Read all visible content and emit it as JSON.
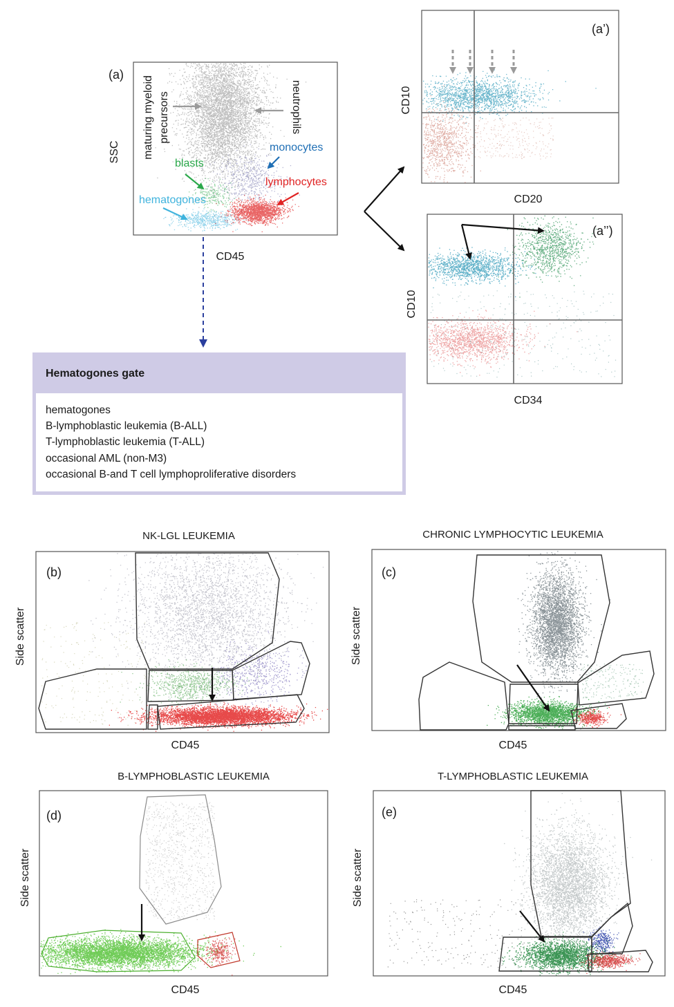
{
  "panel_a": {
    "id": "(a)",
    "xlabel": "CD45",
    "ylabel": "SSC",
    "annotations": {
      "maturing": [
        "maturing myeloid",
        "precursors"
      ],
      "neutrophils": "neutrophils",
      "monocytes": "monocytes",
      "blasts": "blasts",
      "lymphocytes": "lymphocytes",
      "hematogones": "hematogones"
    }
  },
  "panel_a1": {
    "id": "(a’)",
    "xlabel": "CD20",
    "ylabel": "CD10"
  },
  "panel_a2": {
    "id": "(a’’)",
    "xlabel": "CD34",
    "ylabel": "CD10"
  },
  "gate_box": {
    "title": "Hematogones gate",
    "items": [
      "hematogones",
      "B-lymphoblastic leukemia (B-ALL)",
      "T-lymphoblastic leukemia (T-ALL)",
      "occasional AML (non-M3)",
      "occasional B-and T cell lymphoproliferative disorders"
    ]
  },
  "panel_b": {
    "id": "(b)",
    "title": "NK-LGL LEUKEMIA",
    "xlabel": "CD45",
    "ylabel": "Side scatter"
  },
  "panel_c": {
    "id": "(c)",
    "title": "CHRONIC LYMPHOCYTIC LEUKEMIA",
    "xlabel": "CD45",
    "ylabel": "Side scatter"
  },
  "panel_d": {
    "id": "(d)",
    "title": "B-LYMPHOBLASTIC LEUKEMIA",
    "xlabel": "CD45",
    "ylabel": "Side scatter"
  },
  "panel_e": {
    "id": "(e)",
    "title": "T-LYMPHOBLASTIC LEUKEMIA",
    "xlabel": "CD45",
    "ylabel": "Side scatter"
  },
  "colors": {
    "gray": "#6e6e6e",
    "blasts": "#2aa84a",
    "hematogones": "#3fb3dd",
    "lymphocytes": "#e02424",
    "monocytes": "#1f6fb5",
    "cd10pos": "#1a8fb0",
    "cd34pos": "#1e8a4a",
    "lymph_green": "#1f9a2e",
    "dark_green": "#0b7a2a",
    "blue_pop": "#1a2fa0",
    "gate_box_bg": "#cfcbe6",
    "dashed_arrow": "#2b3f9e"
  },
  "chart_data": [
    {
      "panel": "a",
      "type": "scatter",
      "xlabel": "CD45",
      "ylabel": "SSC",
      "series": [
        {
          "name": "maturing myeloid precursors / neutrophils",
          "color": "#6e6e6e"
        },
        {
          "name": "monocytes",
          "color": "#1f6fb5"
        },
        {
          "name": "blasts",
          "color": "#2aa84a"
        },
        {
          "name": "lymphocytes",
          "color": "#e02424"
        },
        {
          "name": "hematogones",
          "color": "#3fb3dd"
        }
      ]
    },
    {
      "panel": "a’",
      "type": "scatter",
      "xlabel": "CD20",
      "ylabel": "CD10"
    },
    {
      "panel": "a’’",
      "type": "scatter",
      "xlabel": "CD34",
      "ylabel": "CD10"
    },
    {
      "panel": "b",
      "type": "scatter",
      "title": "NK-LGL LEUKEMIA",
      "xlabel": "CD45",
      "ylabel": "Side scatter"
    },
    {
      "panel": "c",
      "type": "scatter",
      "title": "CHRONIC LYMPHOCYTIC LEUKEMIA",
      "xlabel": "CD45",
      "ylabel": "Side scatter"
    },
    {
      "panel": "d",
      "type": "scatter",
      "title": "B-LYMPHOBLASTIC LEUKEMIA",
      "xlabel": "CD45",
      "ylabel": "Side scatter"
    },
    {
      "panel": "e",
      "type": "scatter",
      "title": "T-LYMPHOBLASTIC LEUKEMIA",
      "xlabel": "CD45",
      "ylabel": "Side scatter"
    }
  ]
}
